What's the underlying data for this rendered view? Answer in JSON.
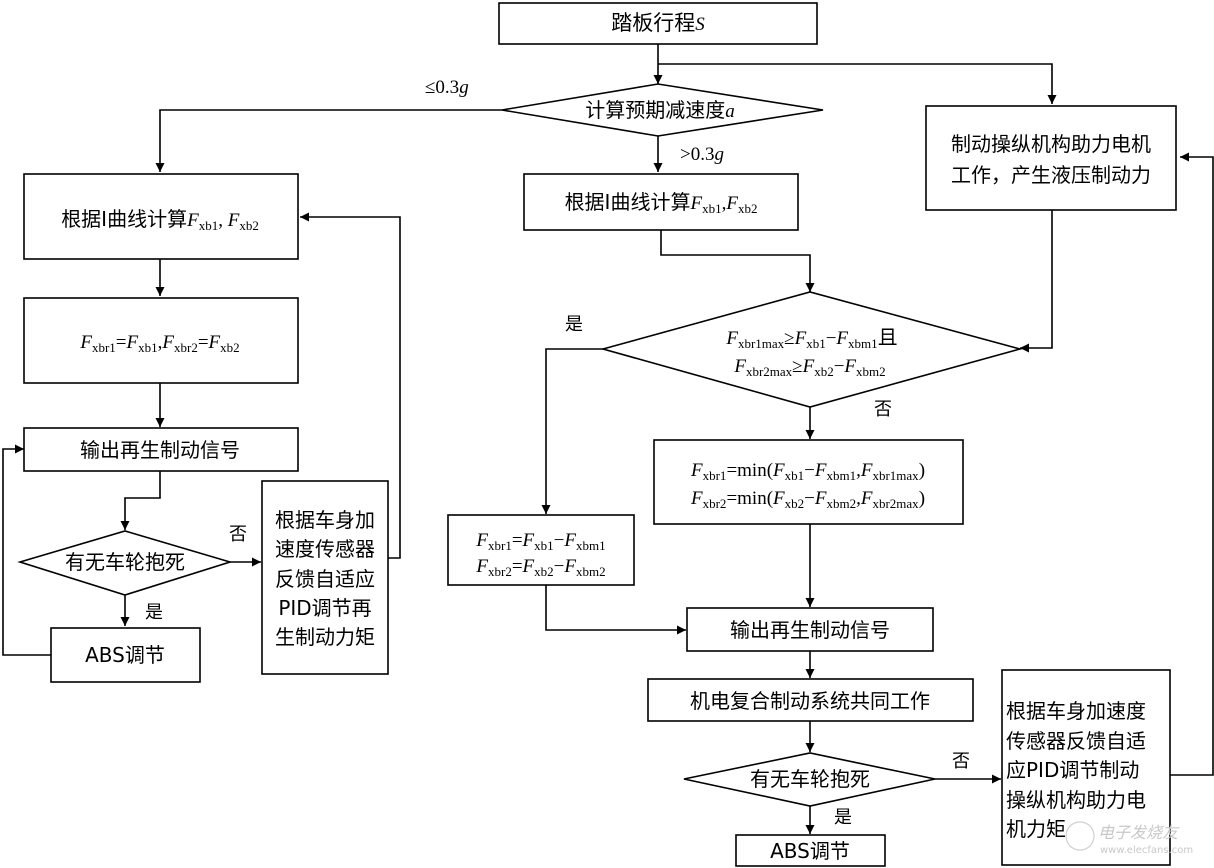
{
  "diagram": {
    "start": {
      "text": "踏板行程",
      "var": "S"
    },
    "decision_decel": {
      "text": "计算预期减速度",
      "var": "a"
    },
    "branch_low": {
      "op": "≤0.3",
      "var": "g"
    },
    "branch_high": {
      "op": ">0.3",
      "var": "g"
    },
    "motor_assist": {
      "line1": "制动操纵机构助力电机",
      "line2": "工作，产生液压制动力"
    },
    "left": {
      "calc_i_curve": {
        "text": "根据I曲线计算",
        "F": "F",
        "sub1": "xb1",
        "sep": ", ",
        "sub2": "xb2"
      },
      "assign": {
        "F": "F",
        "s1": "xbr1",
        "eq": "=",
        "s2": "xb1",
        "comma": ",",
        "s3": "xbr2",
        "s4": "xb2"
      },
      "output_signal": "输出再生制动信号",
      "lock_check": "有无车轮抱死",
      "yes": "是",
      "no": "否",
      "abs": "ABS调节",
      "pid": [
        "根据车身加",
        "速度传感器",
        "反馈自适应",
        "PID调节再",
        "生制动力矩"
      ]
    },
    "right": {
      "calc_i_curve": {
        "text": "根据I曲线计算",
        "F": "F",
        "sub1": "xb1",
        "sep": ",",
        "sub2": "xb2"
      },
      "condition": {
        "line1": {
          "s1": "xbr1max",
          "op": "≥",
          "s2": "xb1",
          "minus": "−",
          "s3": "xbm1",
          "and": "且"
        },
        "line2": {
          "s1": "xbr2max",
          "op": "≥",
          "s2": "xb2",
          "minus": "−",
          "s3": "xbm2"
        }
      },
      "yes": "是",
      "no": "否",
      "min_box": {
        "line1": {
          "s1": "xbr1",
          "eq": "=min(",
          "s2": "xb1",
          "minus": "−",
          "s3": "xbm1",
          "comma": ",",
          "s4": "xbr1max",
          "close": ")"
        },
        "line2": {
          "s1": "xbr2",
          "eq": "=min(",
          "s2": "xb2",
          "minus": "−",
          "s3": "xbm2",
          "comma": ",",
          "s4": "xbr2max",
          "close": ")"
        }
      },
      "diff_box": {
        "line1": {
          "s1": "xbr1",
          "eq": "=",
          "s2": "xb1",
          "minus": "−",
          "s3": "xbm1"
        },
        "line2": {
          "s1": "xbr2",
          "eq": "=",
          "s2": "xb2",
          "minus": "−",
          "s3": "xbm2"
        }
      },
      "output_signal": "输出再生制动信号",
      "combined": "机电复合制动系统共同工作",
      "lock_check": "有无车轮抱死",
      "lock_yes": "是",
      "lock_no": "否",
      "abs": "ABS调节",
      "pid": [
        "根据车身加速度",
        "传感器反馈自适",
        "应PID调节制动",
        "操纵机构助力电",
        "机力矩"
      ]
    },
    "watermark": {
      "text": "电子发烧友",
      "url": "www.elecfans.com"
    }
  }
}
